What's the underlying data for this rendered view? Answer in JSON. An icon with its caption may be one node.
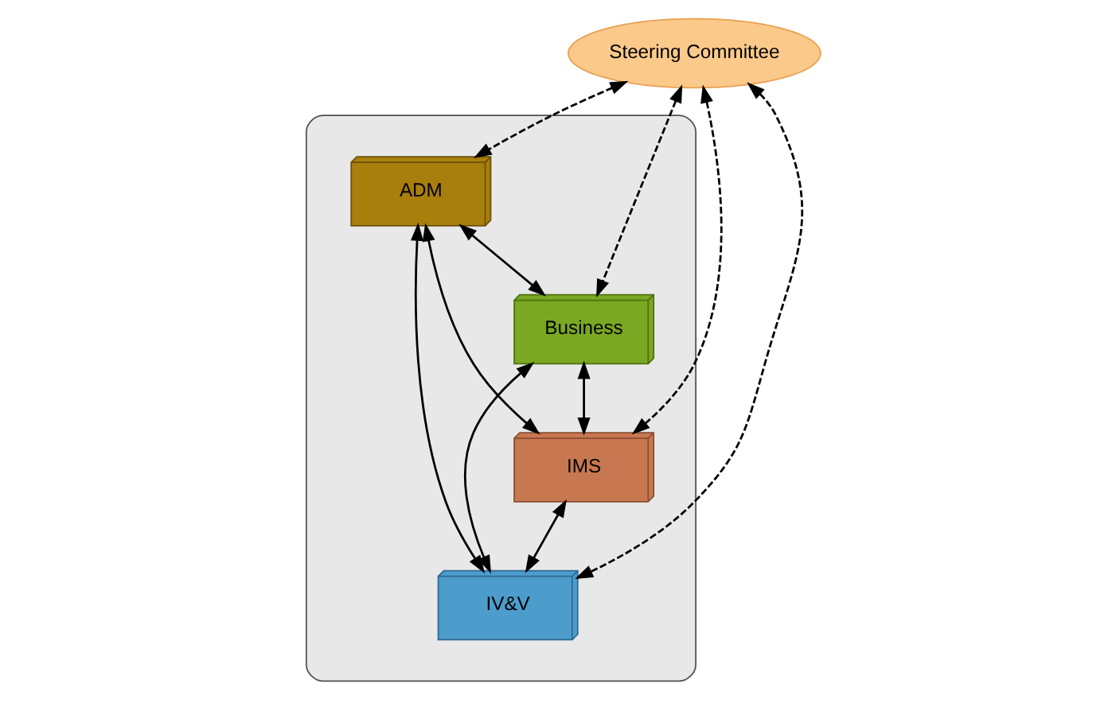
{
  "diagram": {
    "nodes": [
      {
        "text": [
          "Steering Committee"
        ]
      },
      {
        "text": [],
        "shape": "ellipse"
      },
      {
        "text": [
          "ADM"
        ],
        "in": 1
      },
      {
        "text": [
          "Business"
        ],
        "in": 1
      },
      {
        "text": [
          "IV&V"
        ],
        "in": 1
      },
      {
        "text": [
          "IMS"
        ],
        "in": 1
      }
    ],
    "edges": [
      {
        "from": 2,
        "to": 3,
        "arrow": "both"
      },
      {
        "from": 2,
        "to": 4,
        "arrow": "both"
      },
      {
        "from": 2,
        "to": 5,
        "arrow": "both"
      },
      {
        "from": 3,
        "to": 4,
        "arrow": "both"
      },
      {
        "from": 3,
        "to": 5,
        "arrow": "both"
      },
      {
        "from": 5,
        "to": 4,
        "arrow": "both"
      },
      {
        "from": 0,
        "to": 2,
        "arrow": "both",
        "style": "dashed"
      },
      {
        "from": 0,
        "to": 3,
        "arrow": "both",
        "style": "dashed"
      },
      {
        "from": 0,
        "to": 4,
        "arrow": "both",
        "style": "dashed"
      },
      {
        "from": 0,
        "to": 5,
        "arrow": "both",
        "style": "dashed"
      }
    ]
  }
}
